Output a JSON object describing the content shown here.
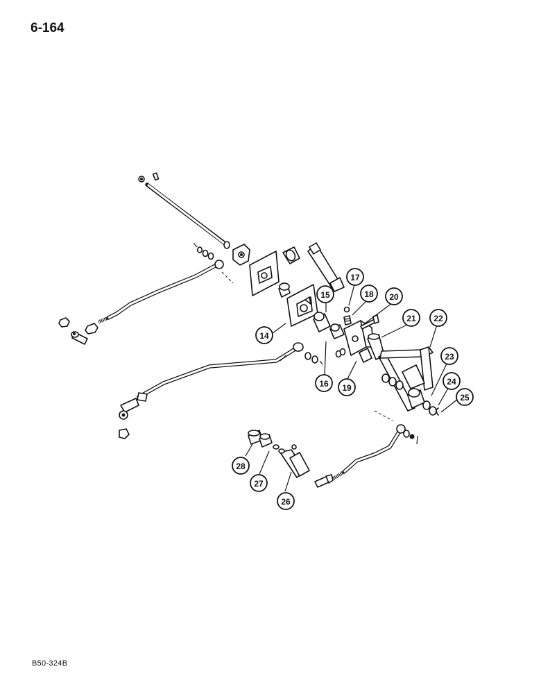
{
  "page_number": "6-164",
  "figure_code": "B50-324B",
  "callouts": [
    {
      "number": "14"
    },
    {
      "number": "15"
    },
    {
      "number": "16"
    },
    {
      "number": "17"
    },
    {
      "number": "18"
    },
    {
      "number": "19"
    },
    {
      "number": "20"
    },
    {
      "number": "21"
    },
    {
      "number": "22"
    },
    {
      "number": "23"
    },
    {
      "number": "24"
    },
    {
      "number": "25"
    },
    {
      "number": "26"
    },
    {
      "number": "27"
    },
    {
      "number": "28"
    }
  ]
}
